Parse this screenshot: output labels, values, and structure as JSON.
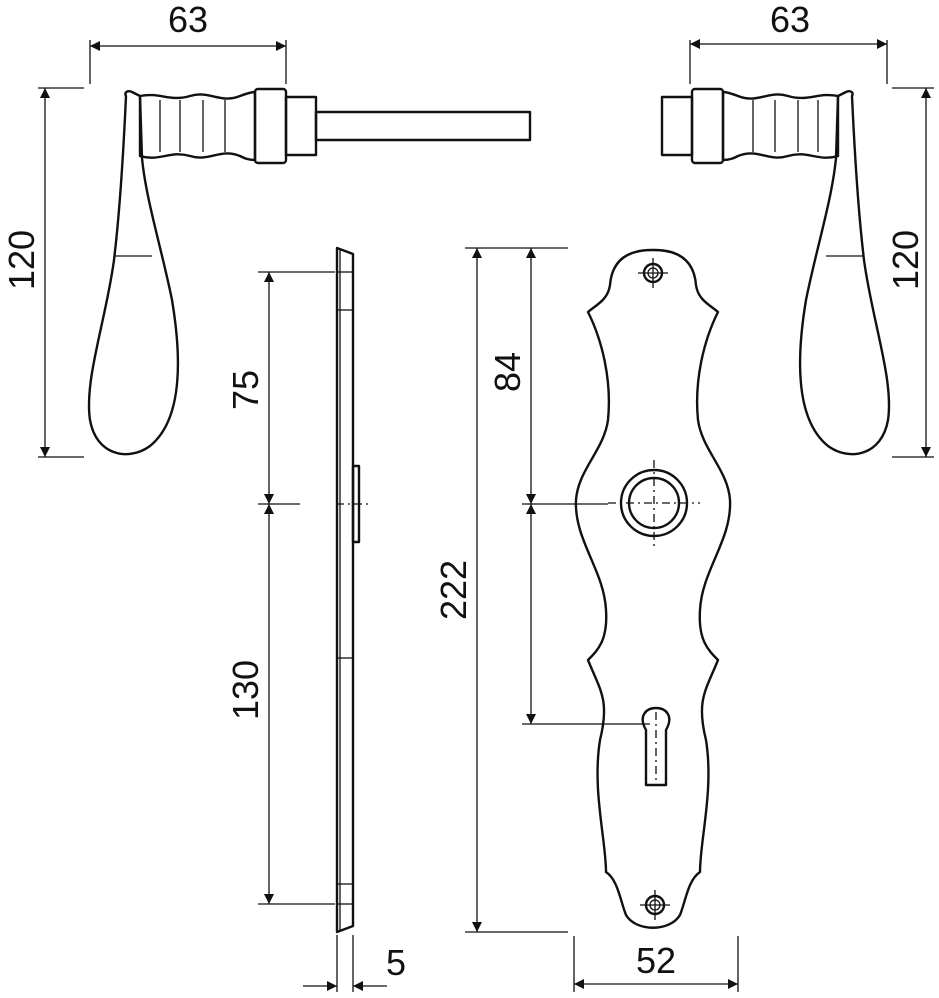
{
  "dimensions": {
    "handle_left_width": "63",
    "handle_left_height": "120",
    "handle_right_width": "63",
    "handle_right_height": "120",
    "plate_upper_distance": "75",
    "plate_lower_distance": "130",
    "plate_thickness": "5",
    "plate_total_height": "222",
    "plate_spindle_distance": "84",
    "plate_width": "52"
  }
}
